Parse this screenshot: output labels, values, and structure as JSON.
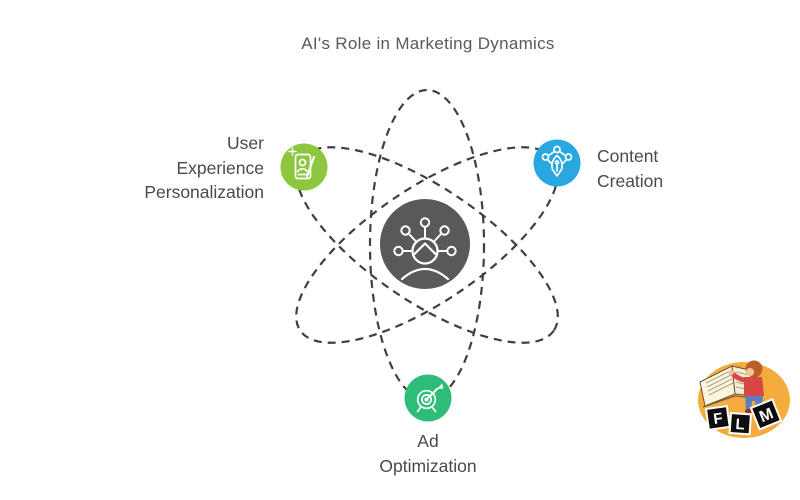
{
  "title": "AI's Role in Marketing Dynamics",
  "colors": {
    "orbit": "#3F3F3F",
    "center_node": "#595959",
    "ux_green": "#8DC63F",
    "content_blue": "#29A8E0",
    "ad_green": "#2EBD78",
    "label_text": "#4A4A4A",
    "title_text": "#595959",
    "logo_bg": "#F4AD3C"
  },
  "center": {
    "icon": "ai-head-icon"
  },
  "nodes": [
    {
      "id": "user-experience-personalization",
      "label_lines": [
        "User",
        "Experience",
        "Personalization"
      ],
      "color": "#8DC63F",
      "icon": "profile-pencil-icon"
    },
    {
      "id": "content-creation",
      "label_lines": [
        "Content",
        "Creation"
      ],
      "color": "#29A8E0",
      "icon": "ai-pen-nib-icon"
    },
    {
      "id": "ad-optimization",
      "label_lines": [
        "Ad",
        "Optimization"
      ],
      "color": "#2EBD78",
      "icon": "target-dart-icon"
    }
  ],
  "logo": {
    "letters": [
      "F",
      "L",
      "M"
    ]
  }
}
